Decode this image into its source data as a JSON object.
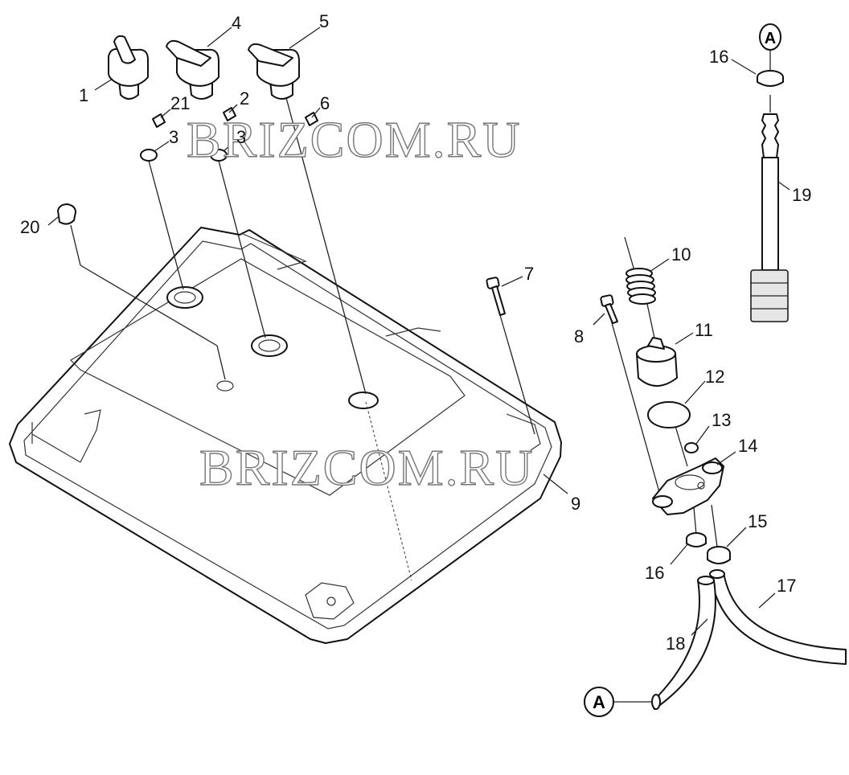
{
  "watermark": "BRIZCOM.RU",
  "markers": {
    "a_top": "A",
    "a_bottom": "A"
  },
  "callouts": {
    "c1": "1",
    "c2": "2",
    "c3a": "3",
    "c3b": "3",
    "c4": "4",
    "c5": "5",
    "c6": "6",
    "c7": "7",
    "c8": "8",
    "c9": "9",
    "c10": "10",
    "c11": "11",
    "c12": "12",
    "c13": "13",
    "c14": "14",
    "c15": "15",
    "c16a": "16",
    "c16b": "16",
    "c17": "17",
    "c18": "18",
    "c19": "19",
    "c20": "20",
    "c21": "21"
  }
}
